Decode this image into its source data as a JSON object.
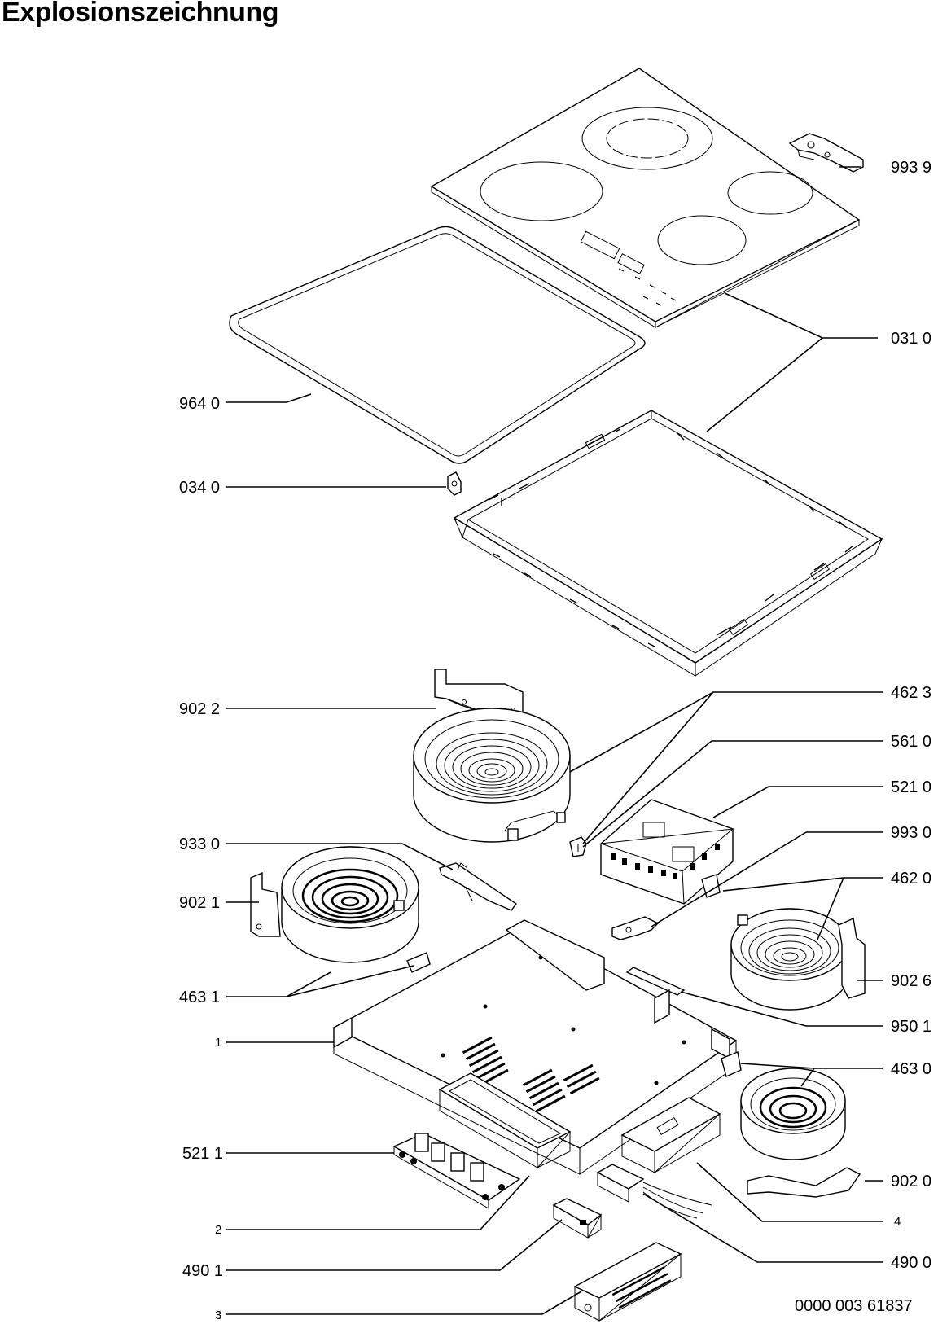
{
  "title": "Explosionszeichnung",
  "doc_number": "0000 003 61837",
  "labels": {
    "l9939": "993 9",
    "l0310": "031 0",
    "l9640": "964 0",
    "l0340": "034 0",
    "l9022": "902 2",
    "l4623": "462 3",
    "l5610": "561 0",
    "l5210": "521 0",
    "l9330": "933 0",
    "l9930": "993 0",
    "l9021": "902 1",
    "l4620": "462 0",
    "l9026": "902 6",
    "l4631": "463 1",
    "l9501": "950 1",
    "l1": "1",
    "l4630": "463 0",
    "l5211": "521 1",
    "l9020": "902 0",
    "l2": "2",
    "l4": "4",
    "l4901": "490 1",
    "l4900": "490 0",
    "l3": "3"
  }
}
